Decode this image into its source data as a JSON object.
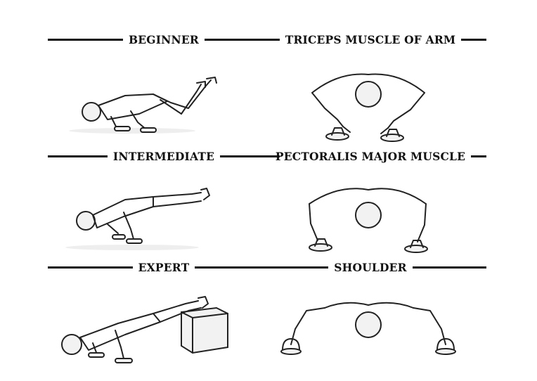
{
  "panels": [
    {
      "id": "beginner",
      "title": "BEGINNER",
      "figure": "knee-pushup-side-illustration"
    },
    {
      "id": "triceps",
      "title": "TRICEPS MUSCLE OF ARM",
      "figure": "close-grip-pushup-front-illustration"
    },
    {
      "id": "intermediate",
      "title": "INTERMEDIATE",
      "figure": "standard-pushup-side-illustration"
    },
    {
      "id": "pectoralis",
      "title": "PECTORALIS MAJOR MUSCLE",
      "figure": "medium-grip-pushup-front-illustration"
    },
    {
      "id": "expert",
      "title": "EXPERT",
      "figure": "decline-pushup-box-side-illustration"
    },
    {
      "id": "shoulder",
      "title": "SHOULDER",
      "figure": "wide-grip-pushup-front-illustration"
    }
  ],
  "colors": {
    "ink": "#111111",
    "background": "#ffffff"
  }
}
